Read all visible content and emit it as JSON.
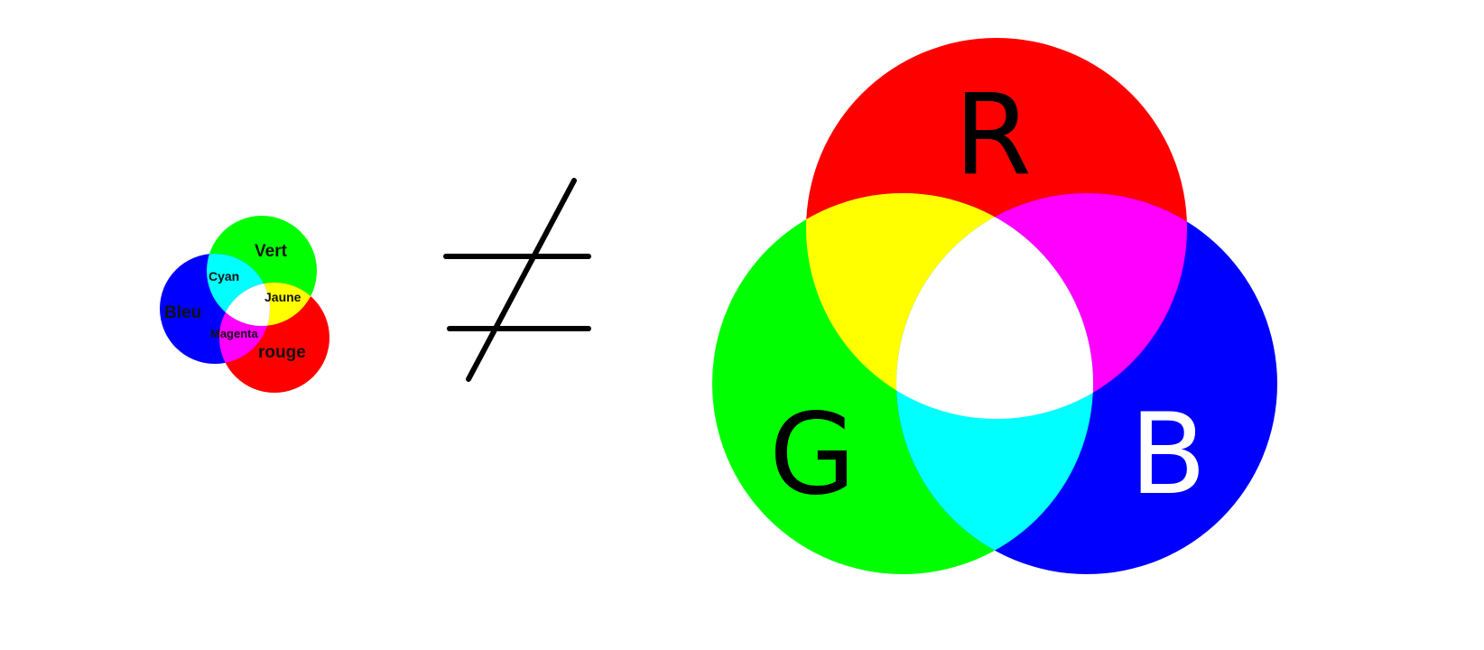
{
  "small_diagram": {
    "labels": {
      "green": "Vert",
      "cyan": "Cyan",
      "yellow": "Jaune",
      "blue": "Bleu",
      "magenta": "Magenta",
      "red": "rouge"
    }
  },
  "symbol": {
    "meaning": "≠"
  },
  "big_diagram": {
    "labels": {
      "red": "R",
      "green": "G",
      "blue": "B"
    }
  },
  "colors": {
    "red": "#ff0000",
    "green": "#00ff00",
    "blue": "#0000ff",
    "yellow": "#ffff00",
    "cyan": "#00ffff",
    "magenta": "#ff00ff",
    "white": "#ffffff",
    "ink": "#000000"
  }
}
